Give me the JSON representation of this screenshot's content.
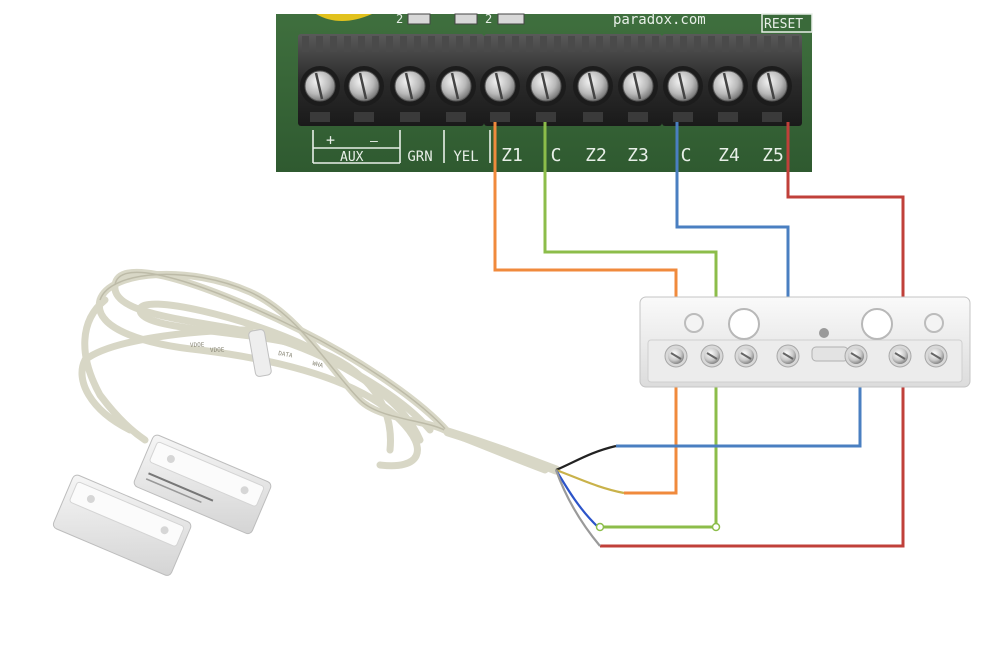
{
  "board": {
    "website": "paradox.com",
    "reset_label": "RESET",
    "plus_label": "+",
    "minus_label": "—",
    "aux_label": "AUX",
    "terminal_labels": [
      "GRN",
      "YEL",
      "Z1",
      "C",
      "Z2",
      "Z3",
      "C",
      "Z4",
      "Z5"
    ],
    "header_digits": [
      "2",
      "2"
    ]
  },
  "wire_colors": {
    "z1": "#f08a3c",
    "com1": "#8cbd4a",
    "com2": "#4a7fc1",
    "z5": "#c0403a"
  },
  "sensor_cable_print": [
    "VDOE",
    "VDOE",
    "DATA",
    "WHA"
  ],
  "icons": [
    "screw-terminal",
    "magnetic-contact-sensor",
    "cable-tie"
  ]
}
